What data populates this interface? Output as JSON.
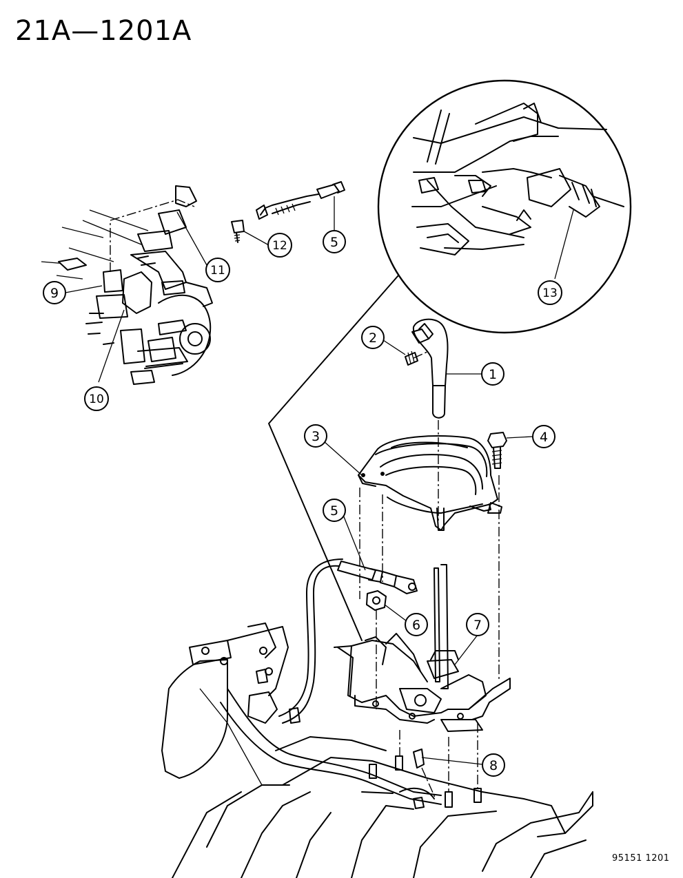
{
  "page": {
    "title": "21A—1201A",
    "code": "95151 1201"
  },
  "callouts": [
    {
      "id": "c1",
      "label": "1"
    },
    {
      "id": "c2",
      "label": "2"
    },
    {
      "id": "c3",
      "label": "3"
    },
    {
      "id": "c4",
      "label": "4"
    },
    {
      "id": "c5a",
      "label": "5"
    },
    {
      "id": "c5b",
      "label": "5"
    },
    {
      "id": "c6",
      "label": "6"
    },
    {
      "id": "c7",
      "label": "7"
    },
    {
      "id": "c8",
      "label": "8"
    },
    {
      "id": "c9",
      "label": "9"
    },
    {
      "id": "c10",
      "label": "10"
    },
    {
      "id": "c11",
      "label": "11"
    },
    {
      "id": "c12",
      "label": "12"
    },
    {
      "id": "c13",
      "label": "13"
    }
  ]
}
